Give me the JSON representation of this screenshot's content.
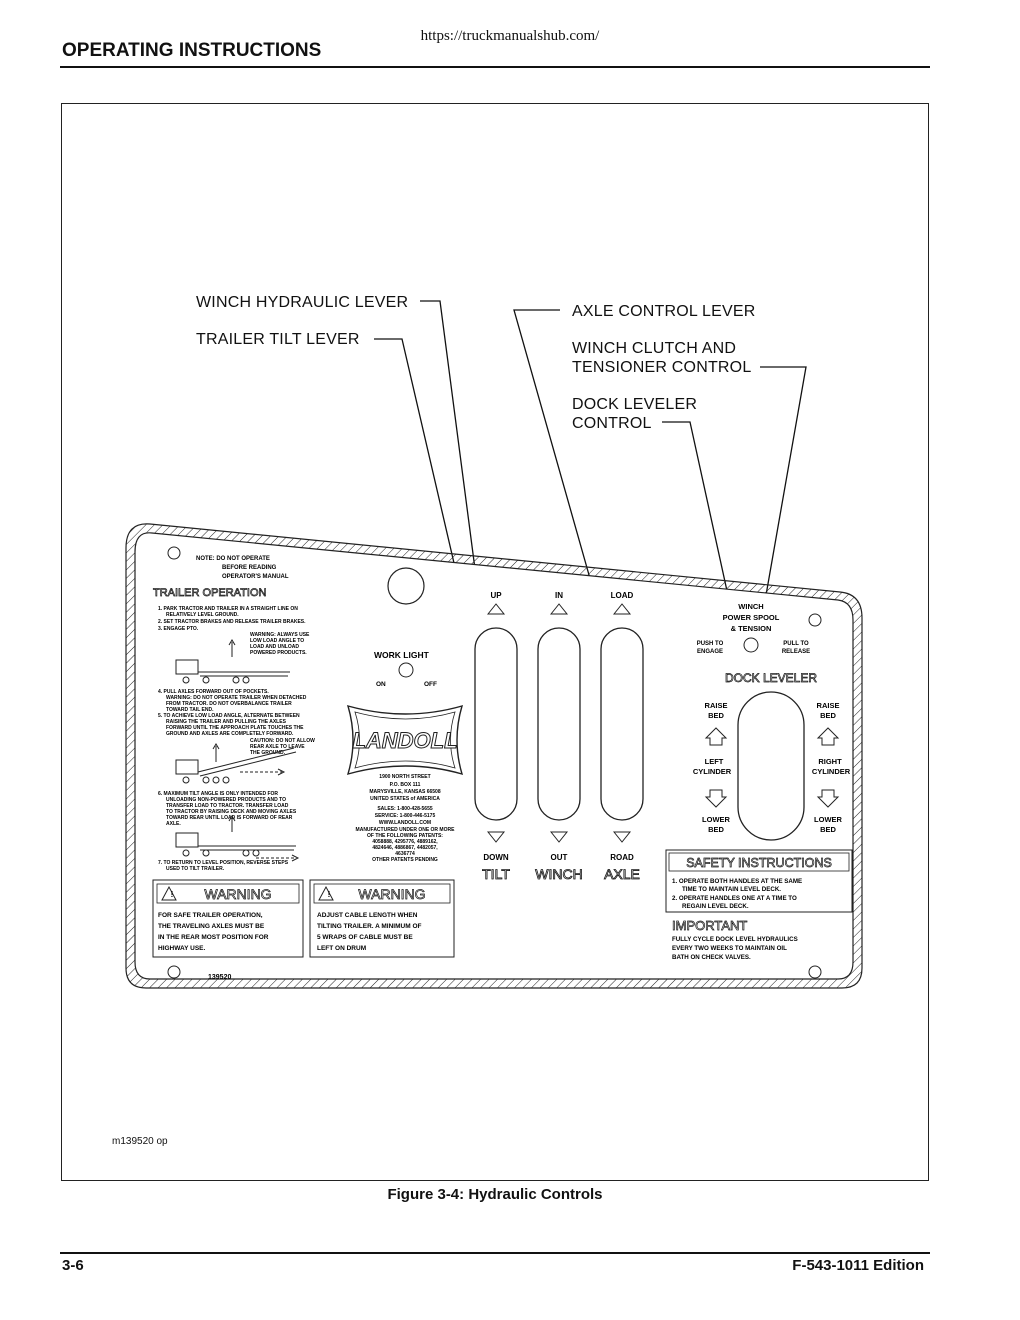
{
  "header": {
    "url": "https://truckmanualshub.com/",
    "section_title": "OPERATING INSTRUCTIONS"
  },
  "figure": {
    "caption": "Figure 3-4:  Hydraulic Controls",
    "reference": "m139520 op",
    "callouts": {
      "winch_hydraulic": "WINCH HYDRAULIC LEVER",
      "trailer_tilt": "TRAILER TILT LEVER",
      "axle_control": "AXLE CONTROL LEVER",
      "winch_clutch_1": "WINCH CLUTCH AND",
      "winch_clutch_2": "TENSIONER CONTROL",
      "dock_leveler_1": "DOCK LEVELER",
      "dock_leveler_2": "CONTROL"
    },
    "panel": {
      "note_1": "NOTE:  DO  NOT  OPERATE",
      "note_2": "BEFORE  READING",
      "note_3": "OPERATOR'S  MANUAL",
      "trailer_operation": "TRAILER  OPERATION",
      "steps": {
        "s1a": "1.  PARK  TRACTOR  AND  TRAILER  IN  A  STRAIGHT  LINE  ON",
        "s1b": "RELATIVELY  LEVEL  GROUND.",
        "s2": "2.  SET  TRACTOR  BRAKES  AND  RELEASE  TRAILER  BRAKES.",
        "s3": "3.  ENGAGE  PTO.",
        "w1": "WARNING:  ALWAYS  USE",
        "w2": "LOW  LOAD  ANGLE  TO",
        "w3": "LOAD  AND  UNLOAD",
        "w4": "POWERED  PRODUCTS.",
        "s4a": "4.  PULL  AXLES  FORWARD  OUT  OF  POCKETS.",
        "s4b": "WARNING:  DO  NOT  OPERATE  TRAILER  WHEN  DETACHED",
        "s4c": "FROM  TRACTOR.  DO  NOT  OVERBALANCE  TRAILER",
        "s4d": "TOWARD  TAIL  END.",
        "s5a": "5.  TO  ACHIEVE  LOW  LOAD  ANGLE,  ALTERNATE  BETWEEN",
        "s5b": "RAISING  THE  TRAILER  AND  PULLING  THE  AXLES",
        "s5c": "FORWARD  UNTIL  THE  APPROACH  PLATE  TOUCHES  THE",
        "s5d": "GROUND  AND  AXLES  ARE  COMPLETELY  FORWARD.",
        "c1": "CAUTION:  DO  NOT  ALLOW",
        "c2": "REAR  AXLE  TO  LEAVE",
        "c3": "THE  GROUND.",
        "s6a": "6.  MAXIMUM  TILT  ANGLE  IS  ONLY  INTENDED  FOR",
        "s6b": "UNLOADING  NON-POWERED  PRODUCTS  AND  TO",
        "s6c": "TRANSFER  LOAD  TO  TRACTOR.  TRANSFER  LOAD",
        "s6d": "TO  TRACTOR  BY  RAISING  DECK  AND  MOVING  AXLES",
        "s6e": "TOWARD  REAR  UNTIL  LOAD  IS  FORWARD  OF  REAR",
        "s6f": "AXLE.",
        "s7a": "7.  TO  RETURN  TO  LEVEL  POSITION,  REVERSE  STEPS",
        "s7b": "USED  TO  TILT  TRAILER."
      },
      "work_light": "WORK  LIGHT",
      "on": "ON",
      "off": "OFF",
      "brand": "LANDOLL",
      "address": {
        "a1": "1900  NORTH  STREET",
        "a2": "P.O.  BOX  111",
        "a3": "MARYSVILLE,  KANSAS  66508",
        "a4": "UNITED  STATES  of  AMERICA",
        "a5": "SALES:  1-800-428-5655",
        "a6": "SERVICE:  1-800-446-5175",
        "a7": "WWW.LANDOLL.COM",
        "p1": "MANUFACTURED  UNDER  ONE  OR  MORE",
        "p2": "OF  THE  FOLLOWING  PATENTS:",
        "p3": "4058888,  4295776,  4889162,",
        "p4": "4824646,  4886867,  4482057,",
        "p5": "4636774",
        "p6": "OTHER  PATENTS  PENDING"
      },
      "levers": [
        {
          "top": "UP",
          "bottom_small": "DOWN",
          "bottom_big": "TILT"
        },
        {
          "top": "IN",
          "bottom_small": "OUT",
          "bottom_big": "WINCH"
        },
        {
          "top": "LOAD",
          "bottom_small": "ROAD",
          "bottom_big": "AXLE"
        }
      ],
      "winch_1": "WINCH",
      "winch_2": "POWER  SPOOL",
      "winch_3": "&  TENSION",
      "push_1": "PUSH  TO",
      "push_2": "ENGAGE",
      "pull_1": "PULL  TO",
      "pull_2": "RELEASE",
      "dock_leveler": "DOCK  LEVELER",
      "raise_bed": "RAISE",
      "bed": "BED",
      "left_1": "LEFT",
      "cylinder": "CYLINDER",
      "right_1": "RIGHT",
      "lower": "LOWER",
      "safety_title": "SAFETY  INSTRUCTIONS",
      "safety_1a": "1.  OPERATE  BOTH  HANDLES  AT  THE  SAME",
      "safety_1b": "TIME  TO  MAINTAIN  LEVEL  DECK.",
      "safety_2a": "2.  OPERATE  HANDLES  ONE  AT  A  TIME  TO",
      "safety_2b": "REGAIN  LEVEL  DECK.",
      "important": "IMPORTANT",
      "imp_1": "FULLY  CYCLE  DOCK  LEVEL  HYDRAULICS",
      "imp_2": "EVERY  TWO  WEEKS  TO  MAINTAIN  OIL",
      "imp_3": "BATH  ON  CHECK  VALVES.",
      "warning": "WARNING",
      "warn1_1": "FOR  SAFE  TRAILER  OPERATION,",
      "warn1_2": "THE  TRAVELING  AXLES  MUST  BE",
      "warn1_3": "IN  THE  REAR  MOST  POSITION  FOR",
      "warn1_4": "HIGHWAY  USE.",
      "warn2_1": "ADJUST  CABLE  LENGTH  WHEN",
      "warn2_2": "TILTING  TRAILER.  A  MINIMUM  OF",
      "warn2_3": "5  WRAPS  OF  CABLE  MUST  BE",
      "warn2_4": "LEFT  ON  DRUM",
      "part_no": "139520"
    }
  },
  "footer": {
    "page": "3-6",
    "edition": "F-543-1011 Edition"
  }
}
